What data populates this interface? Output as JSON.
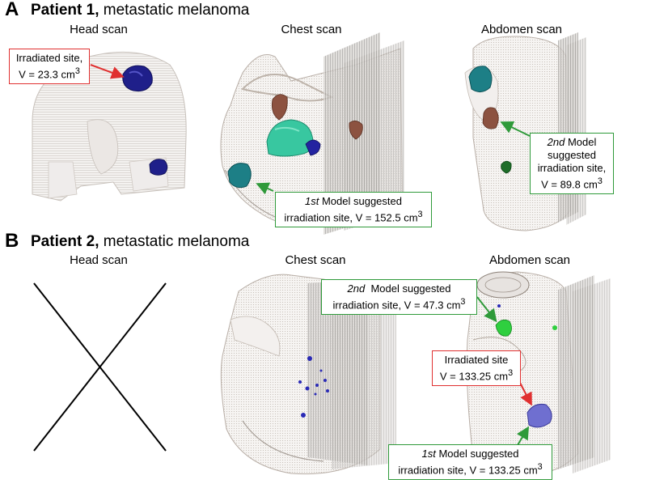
{
  "panel_a": {
    "letter": "A",
    "patient": "Patient 1,",
    "subtitle": " metastatic melanoma",
    "scans": {
      "head": "Head scan",
      "chest": "Chest scan",
      "abdomen": "Abdomen scan"
    },
    "callouts": {
      "irradiated": {
        "line1": "Irradiated site,",
        "line2_prefix": "V = 23.3 cm",
        "sup": "3"
      },
      "first_model": {
        "ordinal": "1st",
        "text1": " Model suggested",
        "line2_prefix": "irradiation site, V = 152.5 cm",
        "sup": "3"
      },
      "second_model": {
        "ordinal": "2nd",
        "text1": " Model",
        "line2": "suggested",
        "line3": "irradiation site,",
        "line4_prefix": "V = 89.8 cm",
        "sup": "3"
      }
    }
  },
  "panel_b": {
    "letter": "B",
    "patient": "Patient 2,",
    "subtitle": " metastatic melanoma",
    "scans": {
      "head": "Head scan",
      "chest": "Chest scan",
      "abdomen": "Abdomen scan"
    },
    "callouts": {
      "second_model": {
        "ordinal": "2nd",
        "text1": "  Model suggested",
        "line2_prefix": "irradiation site, V = 47.3 cm",
        "sup": "3"
      },
      "irradiated": {
        "line1": "Irradiated site",
        "line2_prefix": "V = 133.25 cm",
        "sup": "3"
      },
      "first_model": {
        "ordinal": "1st",
        "text1": " Model suggested",
        "line2_prefix": "irradiation site, V = 133.25 cm",
        "sup": "3"
      }
    }
  },
  "colors": {
    "irradiated_arrow": "#e03030",
    "model_arrow": "#2f9a3a",
    "tumor_navy": "#1f1f8a",
    "tumor_teal": "#1d7f86",
    "tumor_mint": "#38c7a0",
    "tumor_brown": "#7a4a3a",
    "tumor_green": "#2fcf3f",
    "tumor_lavender": "#6f6fd0",
    "body_outline": "#a9a19a"
  }
}
